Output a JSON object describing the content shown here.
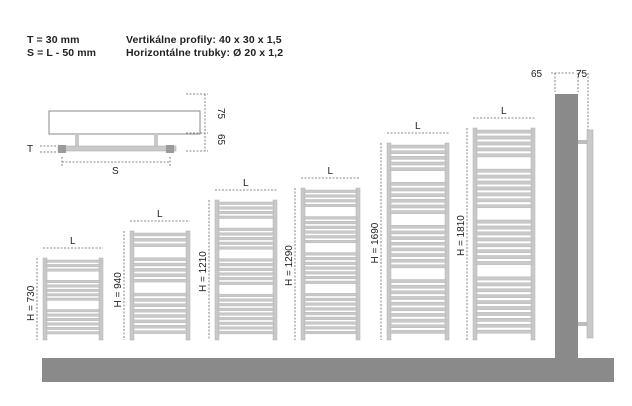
{
  "specs": {
    "t_line": "T = 30 mm",
    "s_line": "S = L - 50 mm",
    "profiles_line": "Vertikálne profily: 40 x 30 x 1,5",
    "tubes_line": "Horizontálne trubky: Ø 20 x 1,2"
  },
  "install_detail": {
    "t_label": "T",
    "s_label": "S",
    "depth_label": "75",
    "offset_label": "65"
  },
  "wall_detail": {
    "offset_label": "65",
    "depth_label": "75"
  },
  "radiators": [
    {
      "width_label": "L",
      "height_label": "H = 730",
      "groups": [
        3,
        5,
        6
      ]
    },
    {
      "width_label": "L",
      "height_label": "H = 940",
      "groups": [
        3,
        5,
        8
      ]
    },
    {
      "width_label": "L",
      "height_label": "H = 1210",
      "groups": [
        4,
        5,
        6,
        9
      ]
    },
    {
      "width_label": "L",
      "height_label": "H = 1290",
      "groups": [
        4,
        6,
        7,
        9
      ]
    },
    {
      "width_label": "L",
      "height_label": "H = 1690",
      "groups": [
        5,
        6,
        8,
        10
      ]
    },
    {
      "width_label": "L",
      "height_label": "H = 1810",
      "groups": [
        5,
        7,
        8,
        10
      ]
    }
  ],
  "colors": {
    "rail": "#c9c9c9",
    "rail_edge": "#b0b0b0",
    "floor": "#8a8a8a",
    "wall": "#8a8a8a",
    "dim": "#666666"
  }
}
